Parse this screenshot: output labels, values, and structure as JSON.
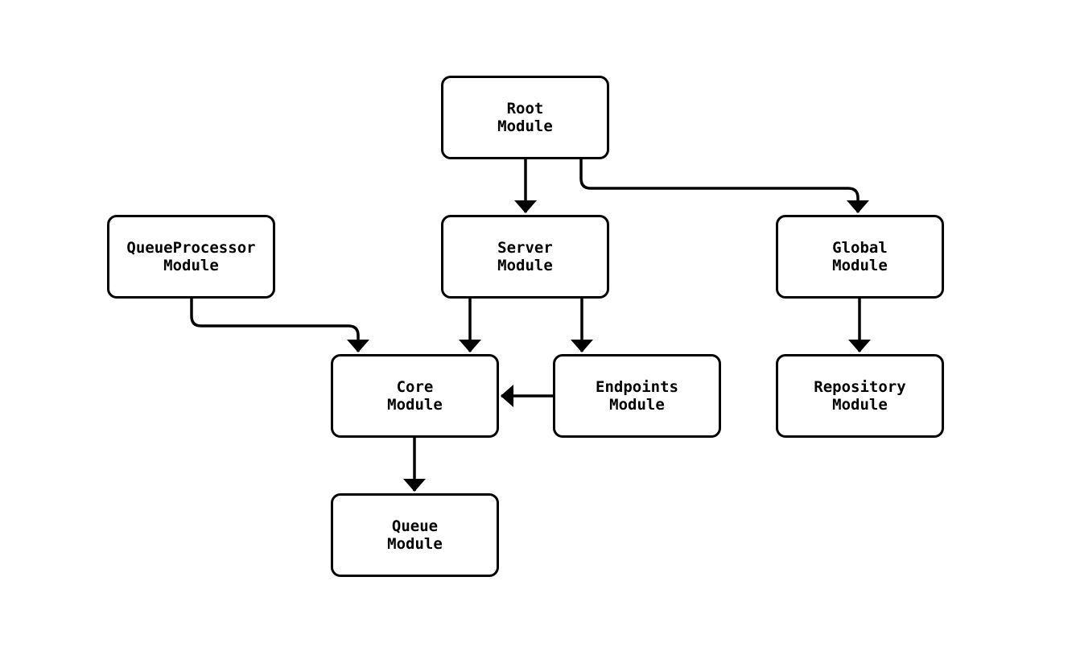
{
  "page": {
    "background_color": "#ffffff",
    "stroke_color": "#000000",
    "node_fill_color": "#ffffff"
  },
  "diagram": {
    "type": "flowchart",
    "nodes": [
      {
        "id": "root",
        "label": "Root Module",
        "line1": "Root",
        "line2": "Module"
      },
      {
        "id": "queueprocessor",
        "label": "QueueProcessor Module",
        "line1": "QueueProcessor",
        "line2": "Module"
      },
      {
        "id": "server",
        "label": "Server Module",
        "line1": "Server",
        "line2": "Module"
      },
      {
        "id": "global",
        "label": "Global Module",
        "line1": "Global",
        "line2": "Module"
      },
      {
        "id": "core",
        "label": "Core Module",
        "line1": "Core",
        "line2": "Module"
      },
      {
        "id": "endpoints",
        "label": "Endpoints Module",
        "line1": "Endpoints",
        "line2": "Module"
      },
      {
        "id": "repository",
        "label": "Repository Module",
        "line1": "Repository",
        "line2": "Module"
      },
      {
        "id": "queue",
        "label": "Queue Module",
        "line1": "Queue",
        "line2": "Module"
      }
    ],
    "edges": [
      {
        "from": "Root Module",
        "to": "Server Module"
      },
      {
        "from": "Root Module",
        "to": "Global Module"
      },
      {
        "from": "QueueProcessor Module",
        "to": "Core Module"
      },
      {
        "from": "Server Module",
        "to": "Core Module"
      },
      {
        "from": "Server Module",
        "to": "Endpoints Module"
      },
      {
        "from": "Endpoints Module",
        "to": "Core Module"
      },
      {
        "from": "Global Module",
        "to": "Repository Module"
      },
      {
        "from": "Core Module",
        "to": "Queue Module"
      }
    ]
  }
}
